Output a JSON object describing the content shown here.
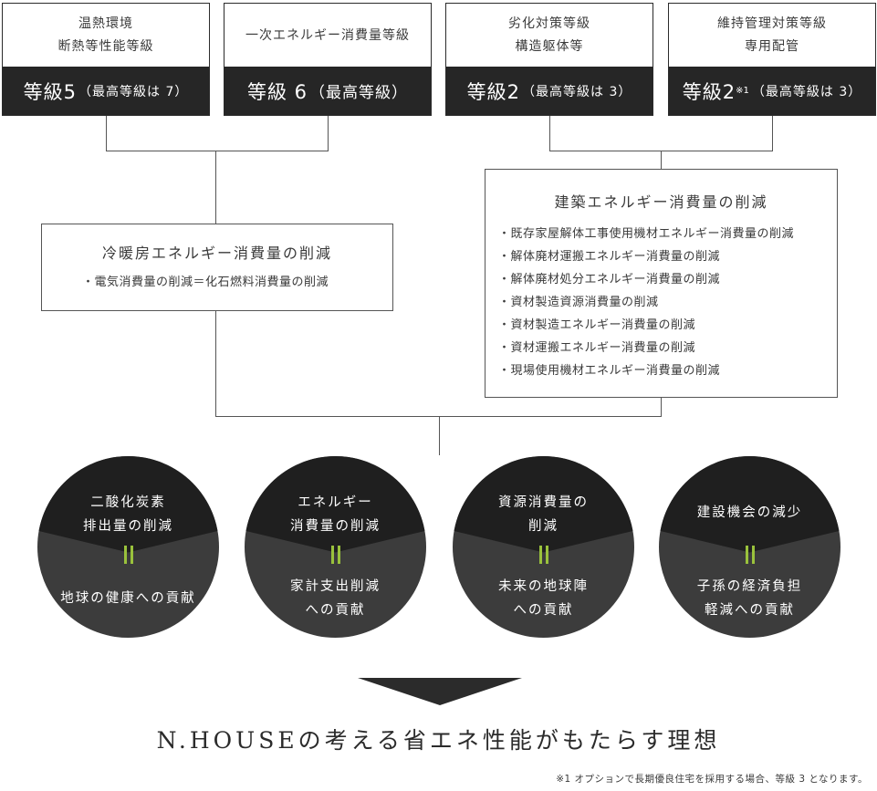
{
  "grades": [
    {
      "head": [
        "温熱環境",
        "断熱等性能等級"
      ],
      "grade_text": "等級5",
      "note": "（最高等級は 7）"
    },
    {
      "head": [
        "一次エネルギー消費量等級"
      ],
      "grade_text": "等級 6",
      "note": "（最高等級）"
    },
    {
      "head": [
        "劣化対策等級",
        "構造躯体等"
      ],
      "grade_text": "等級2",
      "note": "（最高等級は 3）"
    },
    {
      "head": [
        "維持管理対策等級",
        "専用配管"
      ],
      "grade_text": "等級2",
      "sup": "※1",
      "note": "（最高等級は 3）"
    }
  ],
  "left_box": {
    "title": "冷暖房エネルギー消費量の削減",
    "items": [
      "・電気消費量の削減＝化石燃料消費量の削減"
    ]
  },
  "right_box": {
    "title": "建築エネルギー消費量の削減",
    "items": [
      "・既存家屋解体工事使用機材エネルギー消費量の削減",
      "・解体廃材運搬エネルギー消費量の削減",
      "・解体廃材処分エネルギー消費量の削減",
      "・資材製造資源消費量の削減",
      "・資材製造エネルギー消費量の削減",
      "・資材運搬エネルギー消費量の削減",
      "・現場使用機材エネルギー消費量の削減"
    ]
  },
  "circles": [
    {
      "top": [
        "二酸化炭素",
        "排出量の削減"
      ],
      "bottom": [
        "地球の健康への貢献"
      ]
    },
    {
      "top": [
        "エネルギー",
        "消費量の削減"
      ],
      "bottom": [
        "家計支出削減",
        "への貢献"
      ]
    },
    {
      "top": [
        "資源消費量の",
        "削減"
      ],
      "bottom": [
        "未来の地球陣",
        "への貢献"
      ]
    },
    {
      "top": [
        "建設機会の減少"
      ],
      "bottom": [
        "子孫の経済負担",
        "軽減への貢献"
      ]
    }
  ],
  "headline": "N.HOUSEの考える省エネ性能がもたらす理想",
  "footnote": "※1 オプションで長期優良住宅を採用する場合、等級 3 となります。",
  "colors": {
    "dark": "#262626",
    "accent": "#9ac23c",
    "circle_bottom": "#3c3c3c"
  }
}
